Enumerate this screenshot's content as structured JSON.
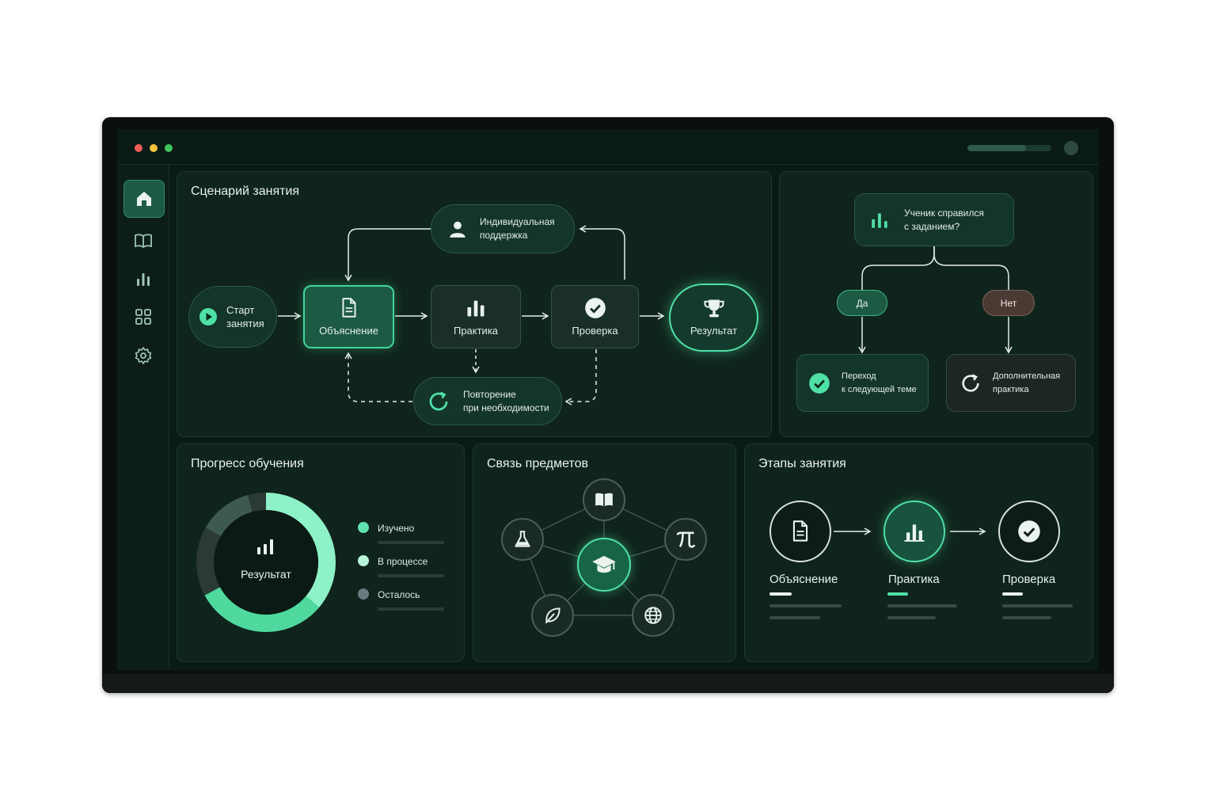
{
  "window": {
    "dots": [
      "#ec5f55",
      "#f3c13a",
      "#3fc45a"
    ],
    "progress": 0.7
  },
  "sidebar": {
    "items": [
      {
        "icon": "home-icon",
        "active": true
      },
      {
        "icon": "book-icon"
      },
      {
        "icon": "chart-icon"
      },
      {
        "icon": "grid-icon"
      },
      {
        "icon": "gear-icon"
      }
    ]
  },
  "scenario": {
    "title": "Сценарий занятия",
    "nodes": {
      "start": "Старт\nзанятия",
      "explain": "Объяснение",
      "practice": "Практика",
      "check": "Проверка",
      "result": "Результат",
      "support": "Индивидуальная\nподдержка",
      "repeat": "Повторение\nпри необходимости"
    }
  },
  "decision": {
    "question": "Ученик справился\nс заданием?",
    "yes": "Да",
    "no": "Нет",
    "yes_result": "Переход\nк следующей теме",
    "no_result": "Дополнительная\nпрактика"
  },
  "progress": {
    "title": "Прогресс обучения",
    "center_label": "Результат",
    "legend": [
      {
        "label": "Изучено",
        "color": "#5ee3b0"
      },
      {
        "label": "В процессе",
        "color": "#b7f5da"
      },
      {
        "label": "Осталось",
        "color": "#6a7a80"
      }
    ]
  },
  "subjects": {
    "title": "Связь предметов",
    "items": [
      "book-icon",
      "flask-icon",
      "pi-icon",
      "leaf-icon",
      "globe-icon",
      "graduation-cap-icon"
    ]
  },
  "stages": {
    "title": "Этапы занятия",
    "items": [
      "Объяснение",
      "Практика",
      "Проверка"
    ]
  },
  "colors": {
    "accent": "#4fe0a6",
    "panel": "#0f241c",
    "screen": "#0a1a14"
  }
}
